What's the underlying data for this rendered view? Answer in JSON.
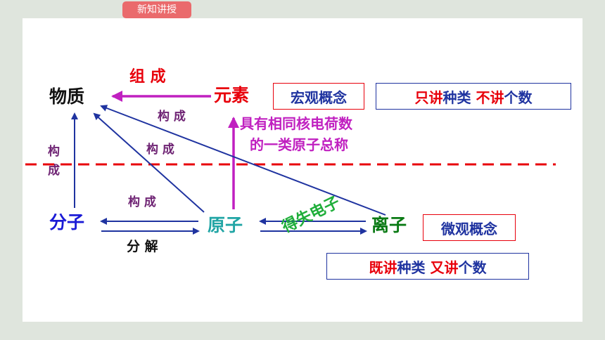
{
  "header": {
    "tag": "新知讲授"
  },
  "nodes": {
    "substance": "物质",
    "element": "元素",
    "molecule": "分子",
    "atom": "原子",
    "ion": "离子"
  },
  "edges": {
    "element_to_substance": "组 成",
    "ion_to_substance": "构 成",
    "atom_to_substance": "构 成",
    "molecule_to_substance": [
      "构",
      "成"
    ],
    "atom_to_molecule": "构 成",
    "molecule_to_atom": "分 解",
    "atom_ion": "得失电子",
    "atom_to_element": [
      "具有相同核电荷数",
      "的一类原子总称"
    ]
  },
  "notes": {
    "macro_box": "宏观概念",
    "macro_desc": {
      "a": "只讲",
      "b": "种类",
      "c": " 不讲",
      "d": "个数"
    },
    "micro_box": "微观概念",
    "micro_desc": {
      "a": "既讲",
      "b": "种类",
      "c": " 又讲",
      "d": "个数"
    }
  },
  "colors": {
    "red": "#e8000b",
    "blue": "#1f33a0",
    "magenta": "#c020c0",
    "teal": "#21a5a5",
    "green": "#0a7a14",
    "purple": "#6f2474",
    "tag_bg": "#ea6a6c"
  }
}
